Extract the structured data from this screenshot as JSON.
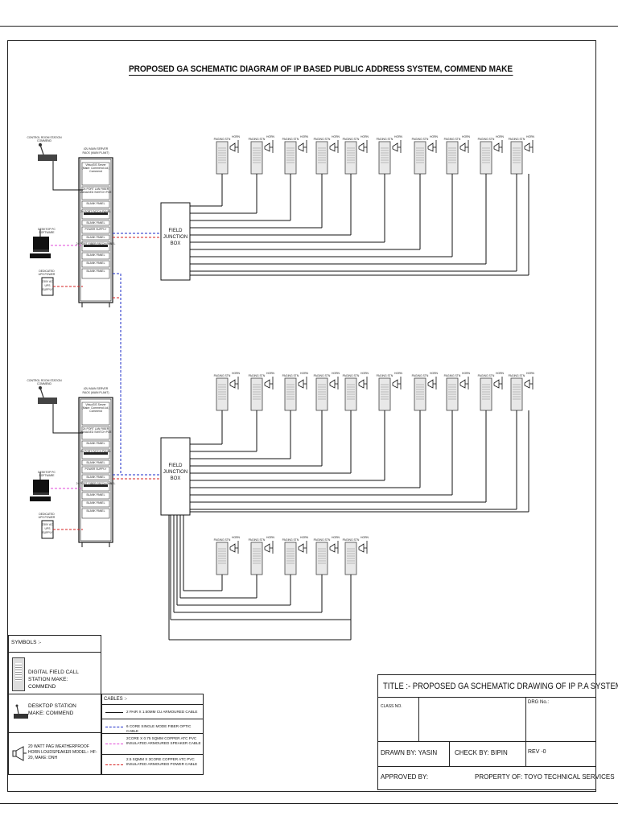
{
  "title": "PROPOSED GA SCHEMATIC DIAGRAM OF IP BASED PUBLIC ADDRESS SYSTEM, COMMEND MAKE",
  "rack": {
    "header": [
      "42U MAIN SERVER",
      "RACK (MAIN PLANT)"
    ],
    "units": [
      "VirtuoSIS Server",
      "(Make: Commend Ltd.)",
      "Commend",
      "24 PORT LAN FIBER",
      "MANAGED SWITCH POE",
      "BLANK PANEL",
      "24 PORT PATCH PANEL",
      "BLANK PANEL",
      "POWER SUPPLY",
      "BLANK PANEL",
      "24 PORT FIBER PATCH PANEL",
      "BLANK PANEL",
      "BLANK PANEL",
      "BLANK PANEL"
    ]
  },
  "control_station_label": [
    "CONTROL ROOM STATION",
    "COMMEND"
  ],
  "desktop_label": [
    "DESKTOP PC",
    "SOFTWARE"
  ],
  "ups_label": [
    "DEDICATED",
    "UPS POWER"
  ],
  "ups_box": [
    "230V AC",
    "UPS",
    "SUPPLY"
  ],
  "field_box": [
    "FIELD",
    "JUNCTION",
    "BOX"
  ],
  "station_caption": "PAGING STN",
  "horn_caption": "HORN",
  "symbols": {
    "header": "SYMBOLS :-",
    "items": [
      "DIGITAL FIELD CALL STATION MAKE: COMMEND",
      "DESKTOP STATION MAKE: COMMEND",
      "20 WATT PAG WEATHERPROOF HORN LOUDSPEAKER MODEL:- HF-20, MAKE: DNH"
    ]
  },
  "cables": {
    "header": "CABLES :-",
    "items": [
      {
        "text": "2 PAIR X 1.50MM CU ARMOURED CABLE",
        "color": "#111111",
        "style": "solid"
      },
      {
        "text": "6 CORE SINGLE MODE FIBER OPTIC CABLE",
        "color": "#1c2cc8",
        "style": "dashed"
      },
      {
        "text": "2CORE X 0.75 SQMM COPPER ATC PVC INSULATED ARMOURED SPEAKER CABLE",
        "color": "#e24ad8",
        "style": "dashed"
      },
      {
        "text": "2.5 SQMM X 3CORE COPPER ATC PVC INSULATED ARMOURED POWER CABLE",
        "color": "#d62020",
        "style": "dashed"
      }
    ]
  },
  "title_block": {
    "title": "TITLE :- PROPOSED GA SCHEMATIC DRAWING OF IP P.A SYSTEM",
    "class_no": "CLASS NO.",
    "drg_no": "DRG No.:",
    "drawn_by": "DRAWN BY: YASIN",
    "check_by": "CHECK BY: BIPIN",
    "rev": "REV -0",
    "approved_by": "APPROVED BY:",
    "property": "PROPERTY OF: TOYO TECHNICAL SERVICES"
  }
}
